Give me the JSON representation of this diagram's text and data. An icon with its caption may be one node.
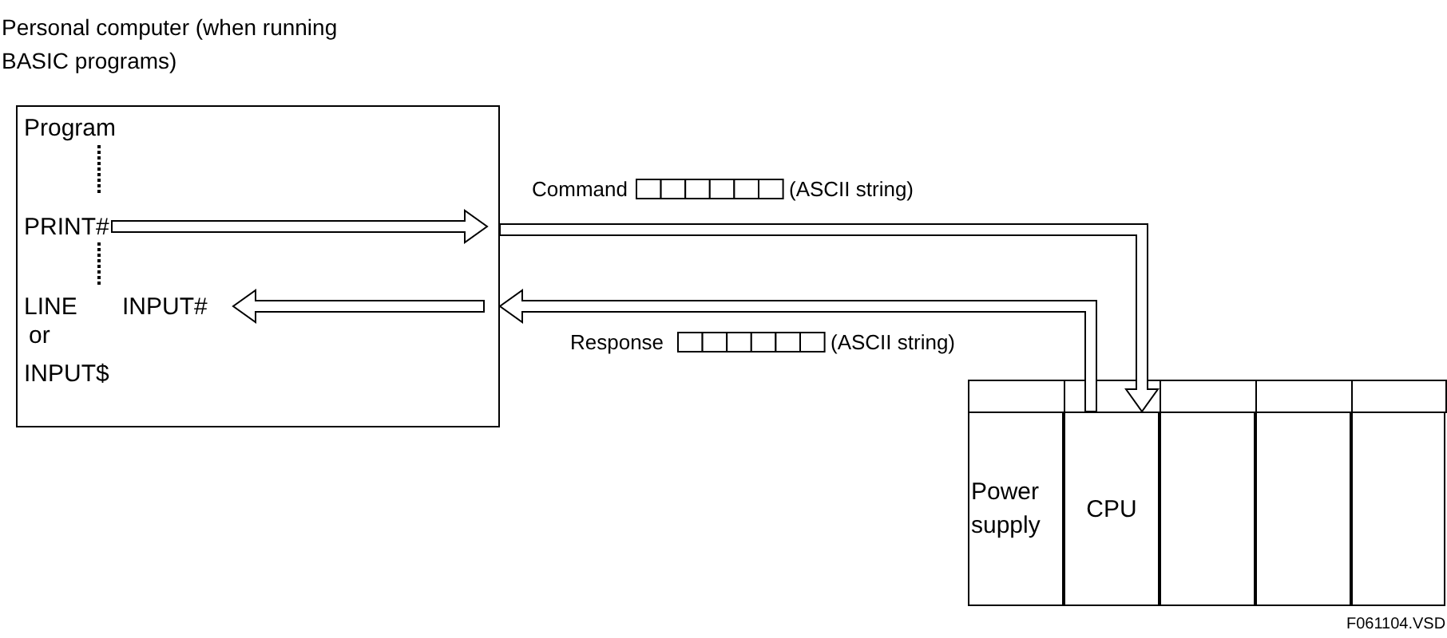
{
  "diagram": {
    "nodes": [
      {
        "text": [
          "Personal computer (when running BASIC programs)",
          "Program",
          "or",
          "INPUT$"
        ]
      },
      {
        "text": [
          "PRINT#"
        ],
        "in": 0
      },
      {
        "text": [
          "LINE INPUT#"
        ],
        "in": 0
      },
      {
        "text": [],
        "shape": "box"
      },
      {
        "text": [
          "Power supply"
        ],
        "in": 3
      },
      {
        "text": [
          "CPU"
        ],
        "in": 3
      },
      {
        "text": [],
        "shape": "box",
        "in": 3
      },
      {
        "text": [],
        "shape": "box",
        "in": 3
      },
      {
        "text": [],
        "shape": "box",
        "in": 3
      }
    ],
    "edges": [
      {
        "from": 1,
        "to": null,
        "arrow": "to"
      },
      {
        "from": 0,
        "to": 5,
        "arrow": "to"
      },
      {
        "from": 5,
        "to": 0,
        "arrow": "to"
      },
      {
        "from": null,
        "to": 2,
        "arrow": "to"
      }
    ],
    "labels": [
      "Command",
      "(ASCII string)",
      "Response",
      "(ASCII string)",
      "F061104.VSD"
    ]
  }
}
